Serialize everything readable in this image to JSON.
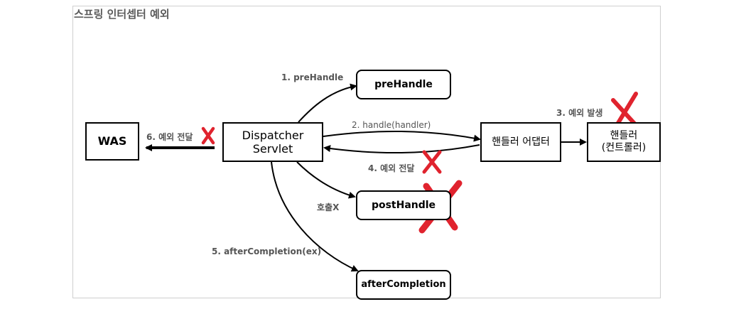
{
  "title": "스프링 인터셉터 예외",
  "nodes": {
    "was": "WAS",
    "dispatcher_line1": "Dispatcher",
    "dispatcher_line2": "Servlet",
    "pre_handle": "preHandle",
    "handler_adapter": "핸들러 어댑터",
    "handler_line1": "핸들러",
    "handler_line2": "(컨트롤러)",
    "post_handle": "postHandle",
    "after_completion": "afterCompletion"
  },
  "edges": {
    "step1": "1. preHandle",
    "step2": "2. handle(handler)",
    "step3": "3. 예외 발생",
    "step4": "4. 예외 전달",
    "step5": "5. afterCompletion(ex)",
    "step6": "6. 예외 전달",
    "not_called": "호출X"
  },
  "colors": {
    "cross": "#e0232e",
    "line": "#000000",
    "label": "#555555",
    "frame": "#cfcfcf"
  }
}
